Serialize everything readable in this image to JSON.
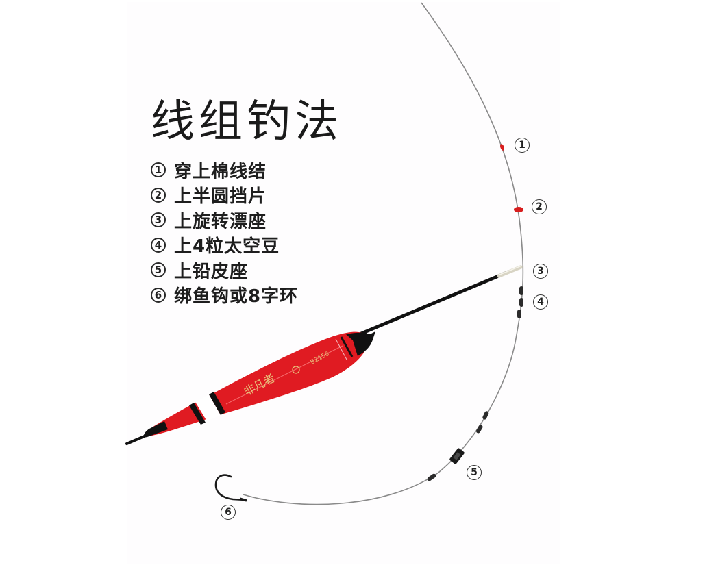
{
  "title": "线组钓法",
  "steps": [
    {
      "num": "1",
      "text": "穿上棉线结"
    },
    {
      "num": "2",
      "text": "上半圆挡片"
    },
    {
      "num": "3",
      "text": "上旋转漂座"
    },
    {
      "num": "4",
      "text": "上4粒太空豆"
    },
    {
      "num": "5",
      "text": "上铅皮座"
    },
    {
      "num": "6",
      "text": "绑鱼钩或8字环"
    }
  ],
  "callouts": [
    {
      "num": "1",
      "label": "cotton-line-knot"
    },
    {
      "num": "2",
      "label": "half-round-stopper"
    },
    {
      "num": "3",
      "label": "rotating-float-seat"
    },
    {
      "num": "4",
      "label": "space-beans"
    },
    {
      "num": "5",
      "label": "lead-sinker-seat"
    },
    {
      "num": "6",
      "label": "hook"
    }
  ],
  "colors": {
    "line": "#8a8a8a",
    "float_red": "#e01b22",
    "float_black": "#111111",
    "stopper_red": "#d81e1e",
    "bead_dark": "#2b2b2b",
    "text": "#1e1e1e"
  }
}
